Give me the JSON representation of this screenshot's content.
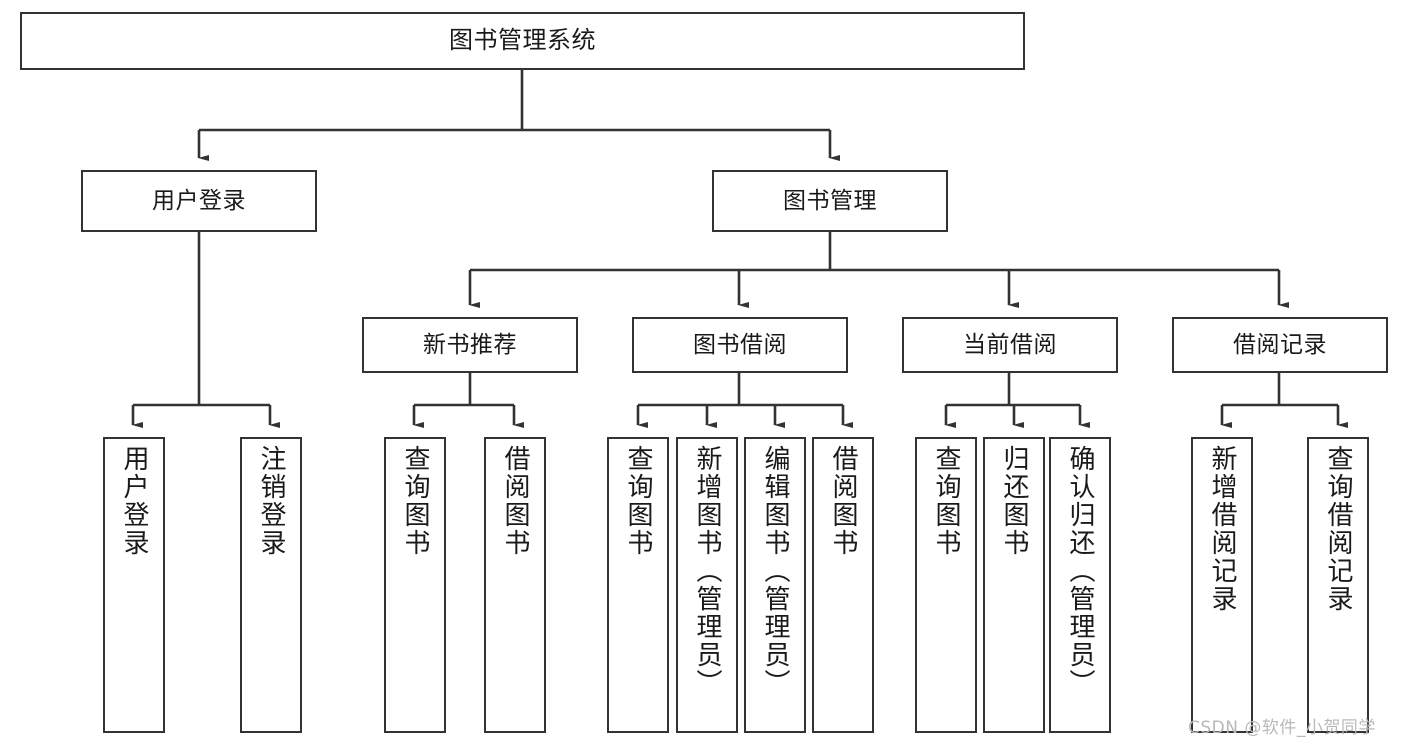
{
  "diagram": {
    "title": "图书管理系统",
    "type": "tree-hierarchy-chart",
    "stroke_color": "#333333",
    "fill_color": "#ffffff",
    "text_color": "#1a1a1a"
  },
  "root": {
    "label": "图书管理系统"
  },
  "level2": [
    {
      "label": "用户登录"
    },
    {
      "label": "图书管理"
    }
  ],
  "level3": [
    {
      "label": "新书推荐"
    },
    {
      "label": "图书借阅"
    },
    {
      "label": "当前借阅"
    },
    {
      "label": "借阅记录"
    }
  ],
  "leaves": {
    "user_login": [
      {
        "label": "用户登录"
      },
      {
        "label": "注销登录"
      }
    ],
    "new_book_recommend": [
      {
        "label": "查询图书"
      },
      {
        "label": "借阅图书"
      }
    ],
    "book_borrow": [
      {
        "label": "查询图书"
      },
      {
        "label": "新增图书（管理员）"
      },
      {
        "label": "编辑图书（管理员）"
      },
      {
        "label": "借阅图书"
      }
    ],
    "current_borrow": [
      {
        "label": "查询图书"
      },
      {
        "label": "归还图书"
      },
      {
        "label": "确认归还（管理员）"
      }
    ],
    "borrow_record": [
      {
        "label": "新增借阅记录"
      },
      {
        "label": "查询借阅记录"
      }
    ]
  },
  "watermark": {
    "text": "CSDN @软件_小贺同学"
  }
}
